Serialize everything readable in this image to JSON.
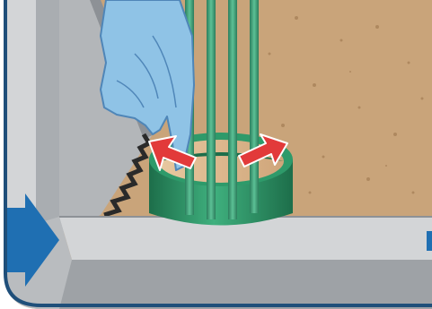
{
  "illustration": {
    "subject": "",
    "elements": {
      "frame": "rounded-panel-frame",
      "soil": "sandy-soil-texture",
      "formwork": "concrete-formwork-wall",
      "tube": "green-sleeve-tube",
      "rods": "vertical-green-rods",
      "glove": "blue-gloved-hand",
      "arrows": "red-double-arrow",
      "pointer": "blue-pointer-arrow"
    },
    "colors": {
      "frame_outline": "#1f4f7a",
      "soil": "#c9a47a",
      "soil_speck": "#a47d55",
      "wall_light": "#d3d5d7",
      "wall_mid": "#b3b6b9",
      "wall_dark": "#8d9196",
      "tube": "#2e9a6a",
      "tube_dark": "#1d6e4a",
      "rod": "#3fa07a",
      "glove": "#8fc3e6",
      "glove_edge": "#4f86b8",
      "arrow": "#e23a3a",
      "pointer": "#1f6fb2"
    }
  }
}
